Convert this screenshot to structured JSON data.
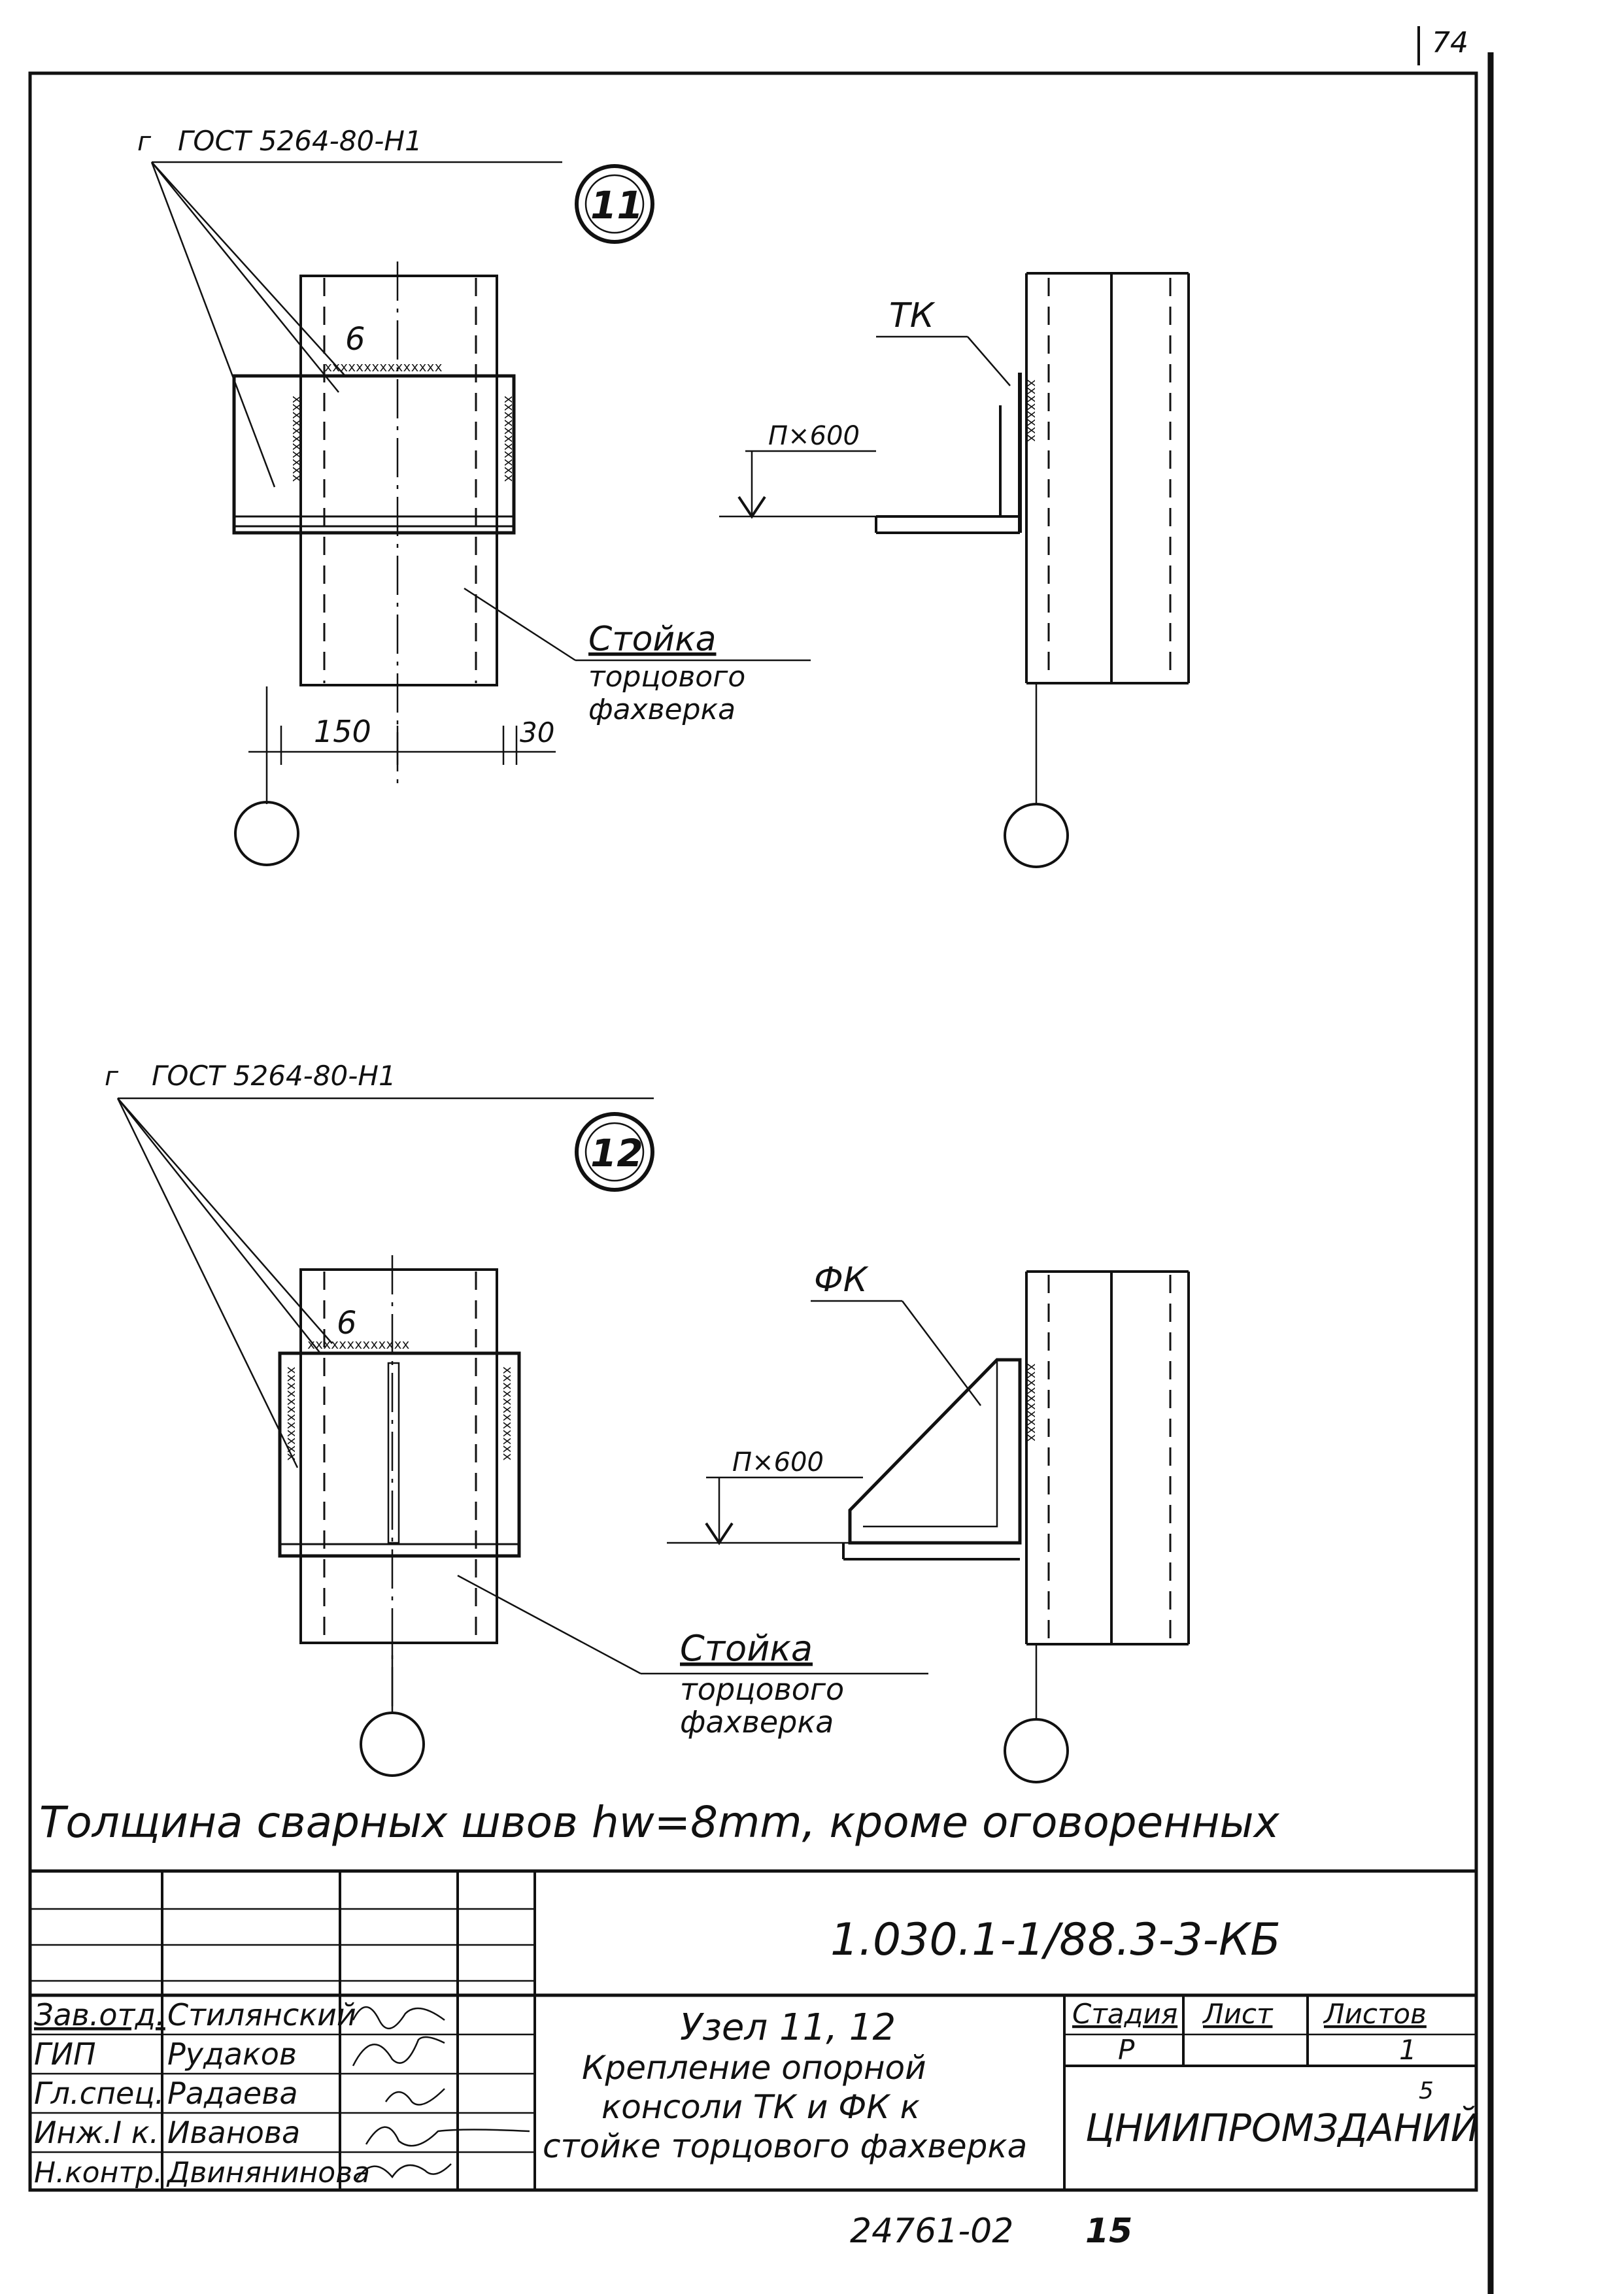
{
  "page": {
    "sheet_corner_number": "74"
  },
  "node11": {
    "number": "11",
    "gost": "ГОСТ 5264-80-Н1",
    "gost_prefix": "г",
    "weld_size": "6",
    "callout_line1": "Стойка",
    "callout_line2": "торцового",
    "callout_line3": "фахверка",
    "dim_left": "150",
    "dim_right": "30",
    "side_label": "ТК",
    "side_dim": "П×600"
  },
  "node12": {
    "number": "12",
    "gost": "ГОСТ 5264-80-Н1",
    "gost_prefix": "г",
    "weld_size": "6",
    "callout_line1": "Стойка",
    "callout_line2": "торцового",
    "callout_line3": "фахверка",
    "side_label": "ФК",
    "side_dim": "П×600"
  },
  "note": "Толщина сварных швов hw=8mm, кроме оговоренных",
  "title_block": {
    "designation": "1.030.1-1/88.3-3-КБ",
    "signers": [
      {
        "role": "Зав.отд.",
        "name": "Стилянский"
      },
      {
        "role": "ГИП",
        "name": "Рудаков"
      },
      {
        "role": "Гл.спец.",
        "name": "Радаева"
      },
      {
        "role": "Инж.I к.",
        "name": "Иванова"
      },
      {
        "role": "Н.контр.",
        "name": "Двиняниновa"
      }
    ],
    "title_line1": "Узел 11, 12",
    "title_line2": "Крепление опорной",
    "title_line3": "консоли ТК и ФК к",
    "title_line4": "стойке торцового фахверка",
    "stage_header": "Стадия",
    "sheet_header": "Лист",
    "sheets_header": "Листов",
    "stage_value": "Р",
    "sheets_value": "1",
    "organization": "ЦНИИПРОМЗДАНИЙ",
    "org_index": "5"
  },
  "footer": {
    "archive_number": "24761-02",
    "page_number": "15"
  }
}
